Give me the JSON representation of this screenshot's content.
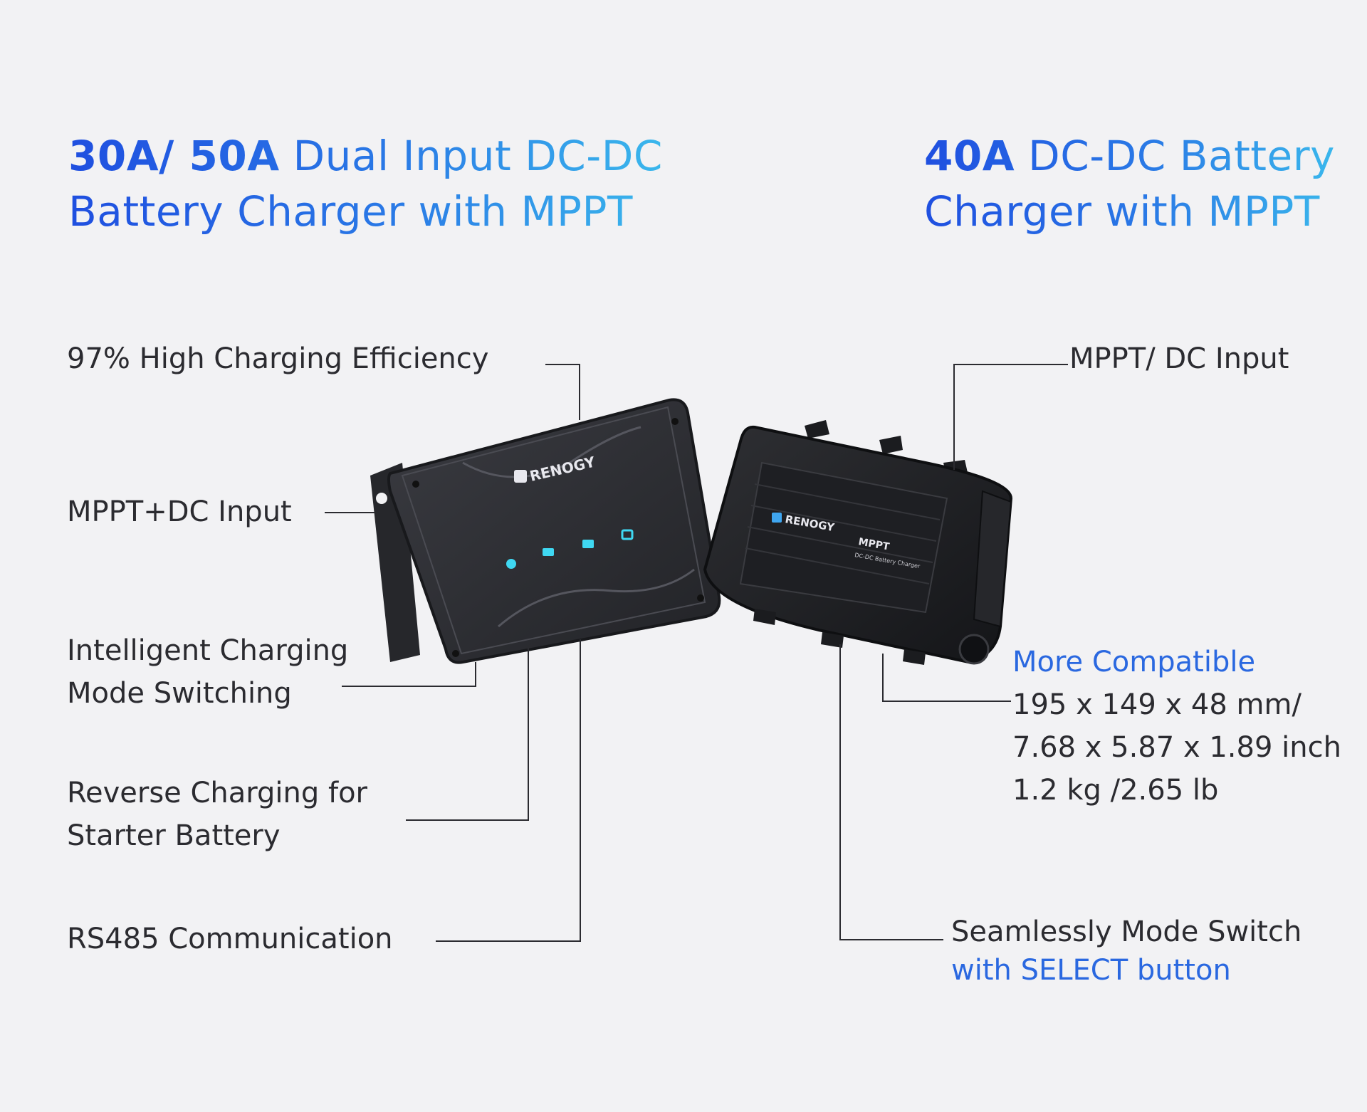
{
  "left_title": {
    "bold": "30A/ 50A",
    "rest_line1": "Dual Input DC-DC",
    "line2": "Battery Charger with MPPT"
  },
  "right_title": {
    "bold": "40A",
    "rest_line1": "DC-DC Battery",
    "line2": "Charger with MPPT"
  },
  "left_features": [
    {
      "line1": "97% High Charging Efficiency",
      "line2": ""
    },
    {
      "line1": "MPPT+DC Input",
      "line2": ""
    },
    {
      "line1": "Intelligent Charging",
      "line2": "Mode Switching"
    },
    {
      "line1": "Reverse Charging for",
      "line2": "Starter Battery"
    },
    {
      "line1": "RS485 Communication",
      "line2": ""
    }
  ],
  "right_features": {
    "input": "MPPT/ DC Input",
    "compatible_heading": "More Compatible",
    "dims_mm": "195 x 149 x 48 mm/",
    "dims_inch": "7.68 x 5.87 x 1.89 inch",
    "weight": "1.2 kg /2.65 lb",
    "mode_switch_line1": "Seamlessly Mode Switch",
    "mode_switch_line2": "with SELECT button"
  },
  "products": {
    "left_brand": "RENOGY",
    "right_brand": "RENOGY",
    "right_model": "MPPT",
    "right_subtitle": "DC-DC Battery Charger"
  },
  "colors": {
    "background": "#f2f2f4",
    "title_blue_dark": "#1f4fe0",
    "title_blue_light": "#3ab7ec",
    "accent_blue": "#2a68e0",
    "text": "#2b2b30",
    "device_body": "#2b2c31",
    "led_cyan": "#3fd8f2"
  }
}
